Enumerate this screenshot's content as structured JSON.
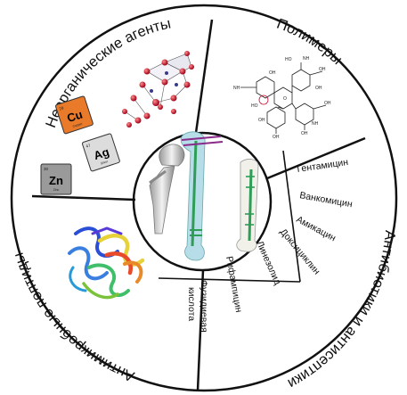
{
  "quadrants": {
    "inorganic": "Неорганические агенты",
    "polymers": "Полимеры",
    "antibiotics": "Антибиотики и антисептики",
    "peptides": "Антимикробные пептиды"
  },
  "antibiotics_list": {
    "gentamicin": "Гентамицин",
    "vancomycin": "Ванкомицин",
    "amikacin": "Амикацин",
    "doxycycline": "Доксициклин",
    "linezolid": "Линезолид",
    "rifampicin": "Рифампицин",
    "fusidic_1": "Фузидиевая",
    "fusidic_2": "кислота"
  },
  "elements": {
    "cu": {
      "symbol": "Cu",
      "number": "29",
      "name": "Copper",
      "color": "#e87a2a"
    },
    "ag": {
      "symbol": "Ag",
      "number": "47",
      "name": "Silver",
      "color": "#d8d8d8"
    },
    "zn": {
      "symbol": "Zn",
      "number": "30",
      "name": "Zinc",
      "color": "#9a9a9a"
    }
  },
  "colors": {
    "crystal_atom": "#c8102e",
    "protein_a": "#2a4fd6",
    "protein_b": "#3fbf6a",
    "protein_c": "#e8d23a",
    "protein_d": "#e84a2a",
    "implant_green": "#2e9e56",
    "implant_purple": "#8a2a8a",
    "bone": "#b7dde8"
  },
  "molecule_atoms": [
    "NH",
    "OH",
    "HO",
    "NH",
    "OH",
    "HO",
    "O",
    "OH",
    "OH",
    "OH",
    "OH",
    "NH",
    "OH"
  ]
}
